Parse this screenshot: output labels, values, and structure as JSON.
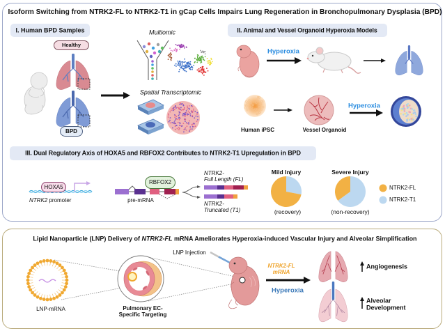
{
  "title": "Isoform Switching from NTRK2-FL to NTRK2-T1 in gCap Cells Impairs Lung Regeneration in Bronchopulmonary Dysplasia (BPD)",
  "section1": {
    "header": "I. Human BPD Samples",
    "healthy_label": "Healthy",
    "bpd_label": "BPD",
    "multiomic_label": "Multiomic",
    "spatial_label": "Spatial Transcriptomic"
  },
  "section2": {
    "header": "II. Animal and Vessel Organoid Hyperoxia Models",
    "hyperoxia_label_animal": "Hyperoxia",
    "hyperoxia_label_organoid": "Hyperoxia",
    "ipsc_label": "Human iPSC",
    "organoid_label": "Vessel Organoid"
  },
  "section3": {
    "header": "III. Dual Regulatory Axis of HOXA5 and RBFOX2 Contributes to NTRK2-T1 Upregulation in BPD",
    "hoxa5_label": "HOXA5",
    "promoter_gene": "NTRK2",
    "promoter_suffix": " promoter",
    "rbfox2_label": "RBFOX2",
    "pre_mrna_label": "pre-mRNA",
    "fl_label_line1": "NTRK2-",
    "fl_label_line2": "Full Length (FL)",
    "t1_label_line1": "NTRK2-",
    "t1_label_line2": "Truncated (T1)",
    "pies": [
      {
        "title": "Mild Injury",
        "subtitle": "(recovery)",
        "t1_fraction": 0.28,
        "fl_fraction": 0.72
      },
      {
        "title": "Severe Injury",
        "subtitle": "(non-recovery)",
        "t1_fraction": 0.65,
        "fl_fraction": 0.35
      }
    ],
    "legend": [
      {
        "label": "NTRK2-FL",
        "color": "#f2b144"
      },
      {
        "label": "NTRK2-T1",
        "color": "#bcd8f0"
      }
    ]
  },
  "section4": {
    "title_pre": "Lipid Nanoparticle (LNP) Delivery of ",
    "title_italic": "NTRK2-FL",
    "title_post": " mRNA Ameliorates Hyperoxia-induced Vascular Injury and Alveolar Simplification",
    "lnp_label": "LNP-mRNA",
    "targeting_line1": "Pulmonary EC-",
    "targeting_line2": "Specific Targeting",
    "injection_label": "LNP Injection",
    "mrna_line1": "NTRK2-FL",
    "mrna_line2": "mRNA",
    "hyperoxia_label": "Hyperoxia",
    "outcome1": "Angiogenesis",
    "outcome2_line1": "Alveolar",
    "outcome2_line2": "Development"
  },
  "colors": {
    "hyperoxia_blue_top": "#2b8de0",
    "hyperoxia_blue_bottom": "#3a78b8",
    "mrna_orange": "#efa42c",
    "header_bg": "#e3e9f5"
  }
}
